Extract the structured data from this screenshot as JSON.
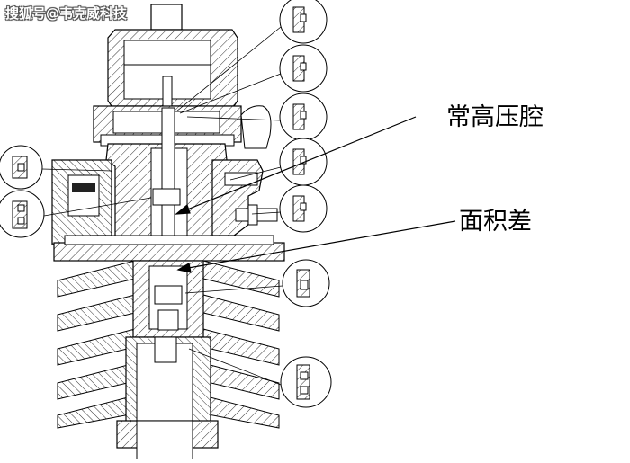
{
  "watermark": {
    "text": "搜狐号@韦克威科技"
  },
  "labels": {
    "constant_pressure_chamber": "常高压腔",
    "area_difference": "面积差"
  },
  "colors": {
    "line": "#000000",
    "hatch": "#444444",
    "background": "#ffffff"
  }
}
